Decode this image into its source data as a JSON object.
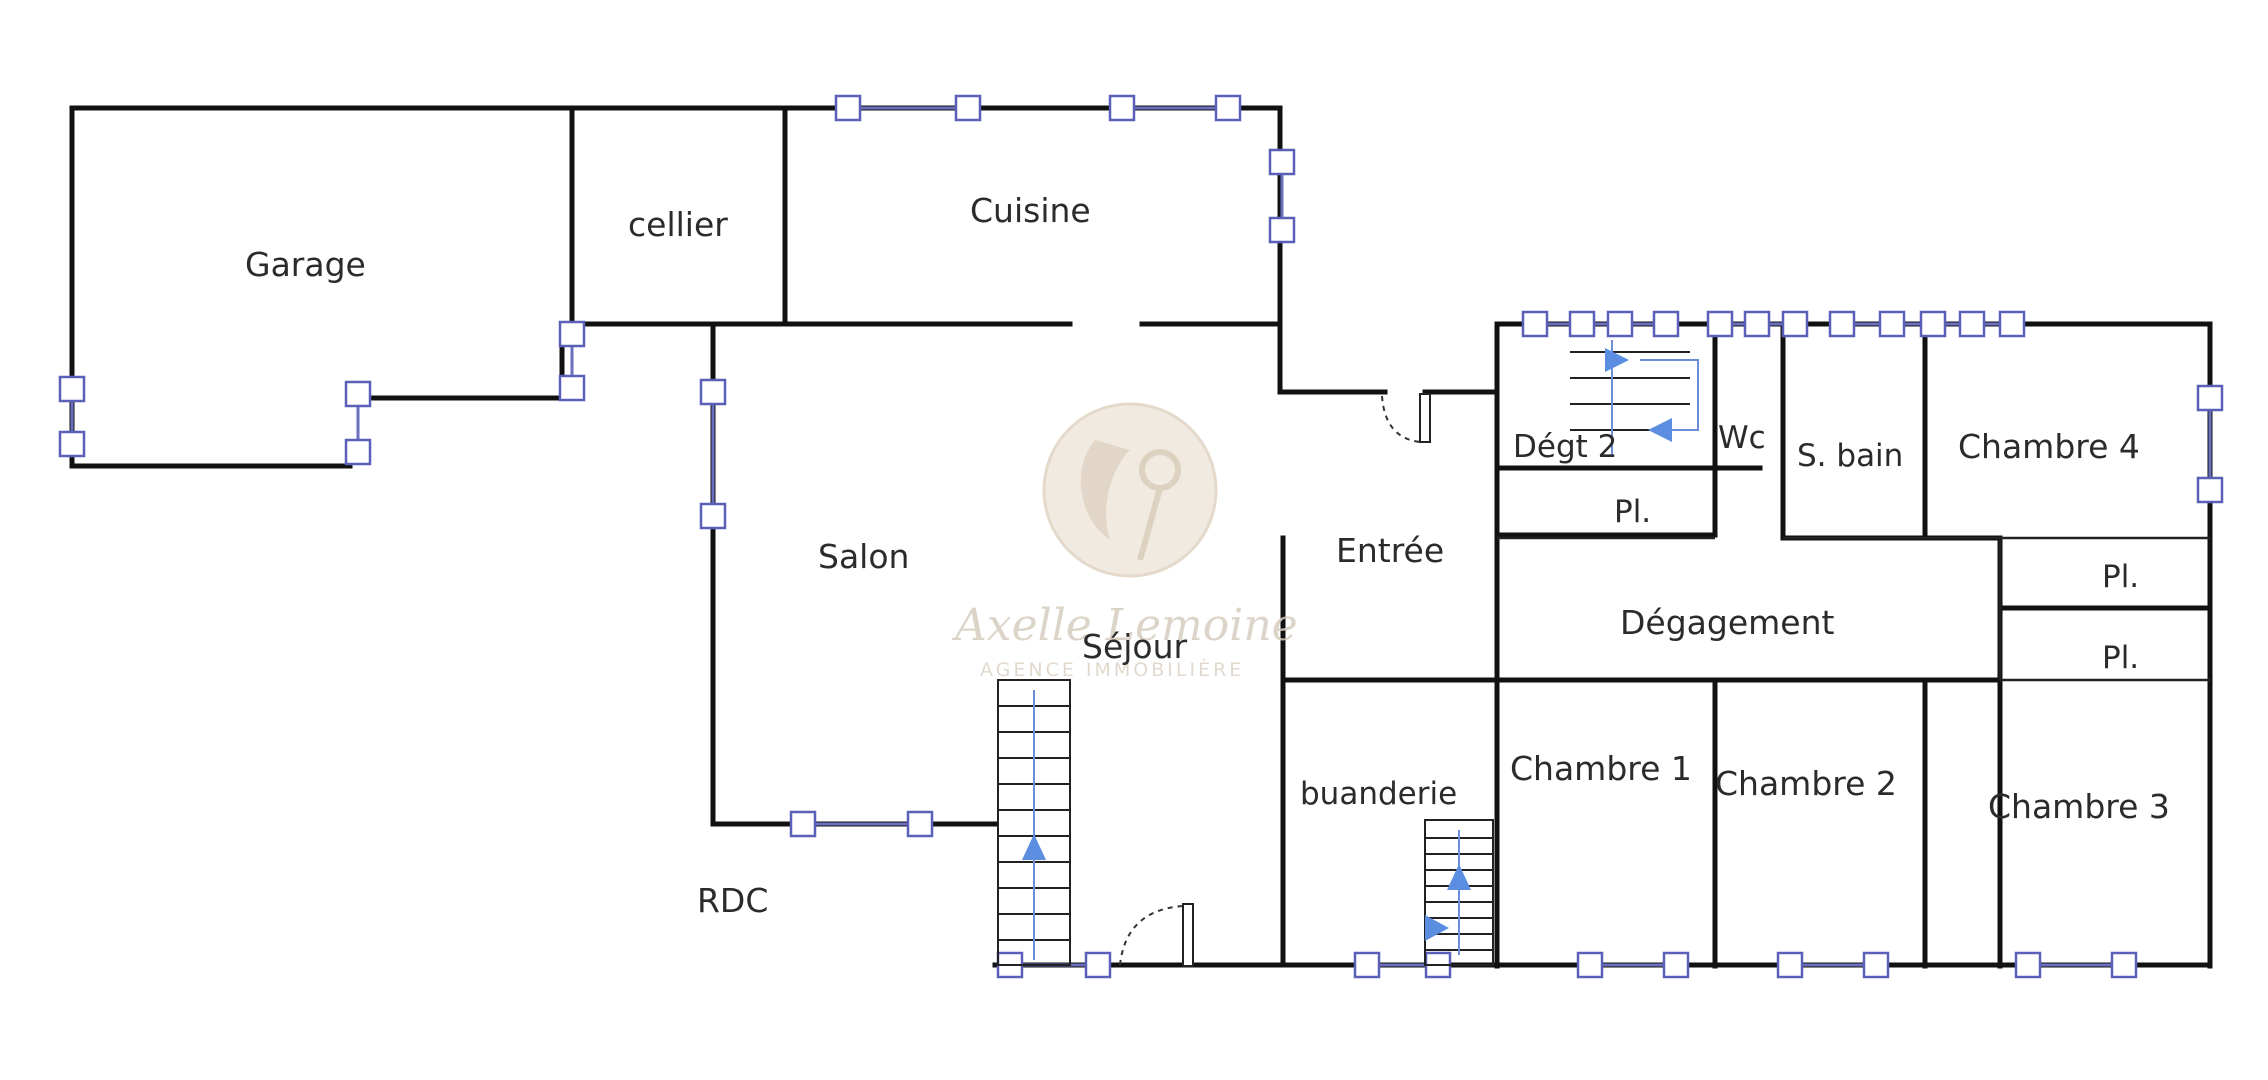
{
  "rooms": {
    "garage": "Garage",
    "cellier": "cellier",
    "cuisine": "Cuisine",
    "salon": "Salon",
    "sejour": "Séjour",
    "entree": "Entrée",
    "degt2": "Dégt 2",
    "wc": "Wc",
    "sbain": "S. bain",
    "chambre4": "Chambre 4",
    "pl1": "Pl.",
    "pl2": "Pl.",
    "pl3": "Pl.",
    "degagement": "Dégagement",
    "buanderie": "buanderie",
    "chambre1": "Chambre 1",
    "chambre2": "Chambre 2",
    "chambre3": "Chambre 3"
  },
  "floor_label": "RDC",
  "watermark": {
    "name": "Axelle Lemoine",
    "subtitle": "AGENCE IMMOBILIÈRE"
  },
  "colors": {
    "walls": "#111111",
    "windows": "#5a5fb8",
    "stairs_arrow": "#5b8ee0",
    "watermark": "#d7cdbf"
  }
}
